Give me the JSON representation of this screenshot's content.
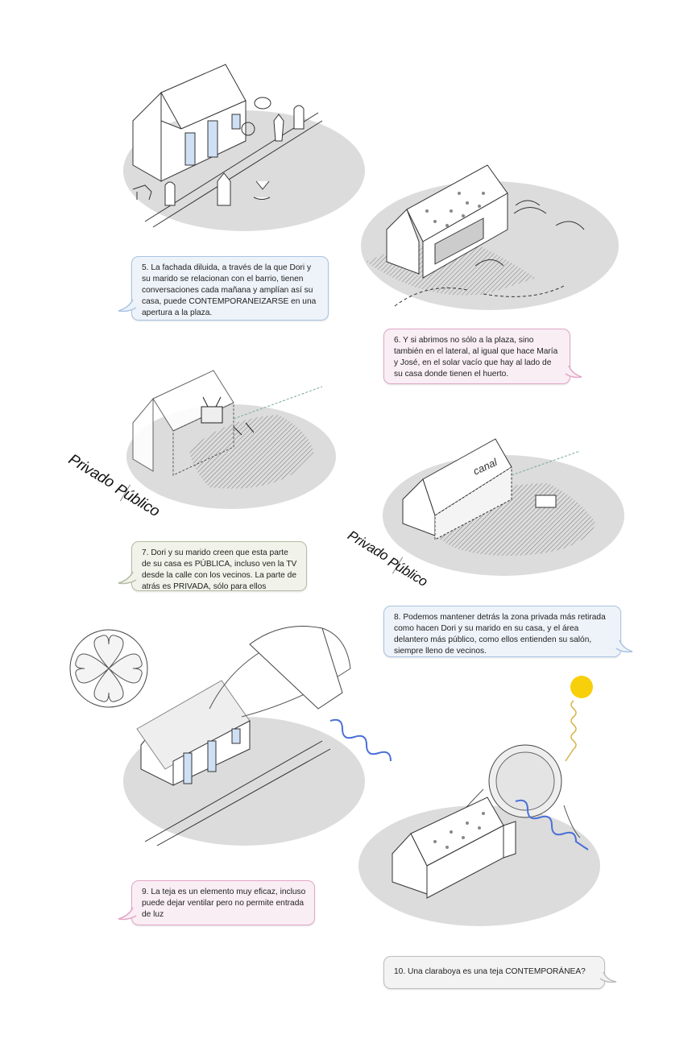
{
  "panels": [
    {
      "text": "5. La fachada diluida, a través de la que Dori y su marido se relacionan con el barrio, tienen conversaciones cada mañana y amplían así su casa, puede CONTEMPORANEIZARSE en una apertura a la plaza."
    },
    {
      "text": "6. Y si abrimos no sólo a la plaza, sino también en el lateral, al igual que hace María y José, en el solar vacío que hay al lado de su casa donde tienen el huerto."
    },
    {
      "text": "7. Dori y su marido creen que esta parte de su casa es PÚBLICA, incluso ven la TV desde la calle con los vecinos. La parte de atrás es PRIVADA, sólo para ellos"
    },
    {
      "text": "8. Podemos mantener detrás la zona privada más retirada como hacen Dori y su marido en su casa, y el área delantero más público, como ellos entienden su salón, siempre lleno de vecinos."
    },
    {
      "text": "9. La teja es un elemento muy eficaz, incluso puede dejar ventilar pero no permite entrada de luz"
    },
    {
      "text": "10. Una claraboya es una teja CONTEMPORÁNEA?"
    }
  ],
  "zone_labels": {
    "private": "Privado",
    "public": "Público"
  },
  "chalkboard_text": "canal",
  "colors": {
    "ground": "#dcdcdc",
    "sun": "#f7cf0a",
    "wave": "#4a6fd8",
    "sun_ray": "#d8b24a"
  }
}
